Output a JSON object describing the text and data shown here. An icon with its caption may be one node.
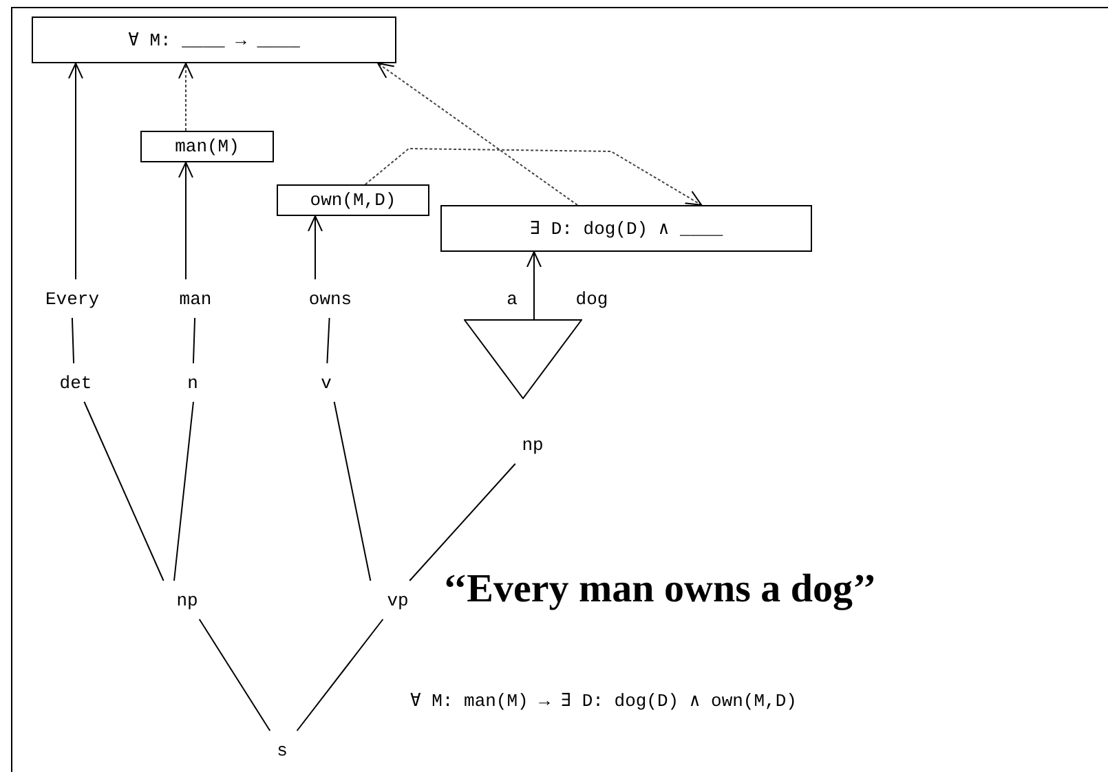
{
  "diagram": {
    "title": "‘‘Every man owns a dog’’",
    "nodes": [
      {
        "text": [
          "∀ M: ____ → ____"
        ]
      },
      {
        "text": [
          "man(M)"
        ]
      },
      {
        "text": [
          "own(M,D)"
        ]
      },
      {
        "text": [
          "∃ D: dog(D) ∧ ____"
        ]
      },
      {
        "text": [
          "Every"
        ]
      },
      {
        "text": [
          "man"
        ]
      },
      {
        "text": [
          "owns"
        ]
      },
      {
        "text": [
          "a"
        ]
      },
      {
        "text": [
          "dog"
        ]
      },
      {
        "text": [],
        "shape": "triangle"
      },
      {
        "text": [
          "det"
        ]
      },
      {
        "text": [
          "n"
        ]
      },
      {
        "text": [
          "v"
        ]
      },
      {
        "text": [
          "np"
        ]
      },
      {
        "text": [
          "np"
        ]
      },
      {
        "text": [
          "vp"
        ]
      },
      {
        "text": [
          "s"
        ]
      }
    ],
    "edges": [
      {
        "from": 4,
        "to": 0,
        "arrow": "to"
      },
      {
        "from": 5,
        "to": 1,
        "arrow": "to"
      },
      {
        "from": 6,
        "to": 2,
        "arrow": "to"
      },
      {
        "from": 9,
        "to": 3,
        "arrow": "to"
      },
      {
        "from": 1,
        "to": 0,
        "arrow": "to",
        "style": "dashed"
      },
      {
        "from": 2,
        "to": 3,
        "arrow": "to",
        "style": "dashed"
      },
      {
        "from": 3,
        "to": 0,
        "arrow": "to",
        "style": "dashed"
      },
      {
        "from": 4,
        "to": 10,
        "arrow": "none"
      },
      {
        "from": 5,
        "to": 11,
        "arrow": "none"
      },
      {
        "from": 6,
        "to": 12,
        "arrow": "none"
      },
      {
        "from": 10,
        "to": 14,
        "arrow": "none"
      },
      {
        "from": 11,
        "to": 14,
        "arrow": "none"
      },
      {
        "from": 12,
        "to": 15,
        "arrow": "none"
      },
      {
        "from": 13,
        "to": 15,
        "arrow": "none"
      },
      {
        "from": 14,
        "to": 16,
        "arrow": "none"
      },
      {
        "from": 15,
        "to": 16,
        "arrow": "none"
      }
    ],
    "labels": [
      "∀ M: man(M) → ∃ D: dog(D) ∧ own(M,D)"
    ]
  }
}
